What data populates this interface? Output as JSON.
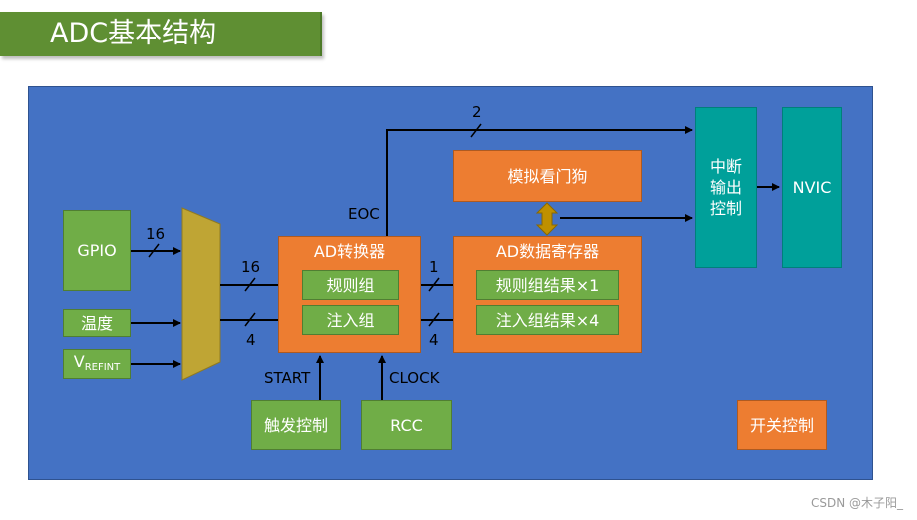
{
  "title": "ADC基本结构",
  "inputs": {
    "gpio": "GPIO",
    "temp": "温度",
    "vrefint_main": "V",
    "vrefint_sub": "REFINT"
  },
  "adc": {
    "header": "AD转换器",
    "regular": "规则组",
    "injected": "注入组"
  },
  "data_reg": {
    "header": "AD数据寄存器",
    "regular": "规则组结果×1",
    "injected": "注入组结果×4"
  },
  "watchdog": "模拟看门狗",
  "interrupt": "中断\n输出\n控制",
  "nvic": "NVIC",
  "trigger": "触发控制",
  "rcc": "RCC",
  "switch": "开关控制",
  "signals": {
    "eoc": "EOC",
    "start": "START",
    "clock": "CLOCK",
    "n_gpio": "16",
    "n_mux_reg": "16",
    "n_mux_inj": "4",
    "n_out_reg": "1",
    "n_out_inj": "4",
    "n_eoc": "2"
  },
  "watermark": "CSDN @木子阳_",
  "colors": {
    "panel": "#4472c4",
    "green": "#70ad47",
    "orange": "#ed7d31",
    "teal": "#00a09a",
    "mux": "#bfa534",
    "watchdog_arrow": "#bf9000"
  }
}
